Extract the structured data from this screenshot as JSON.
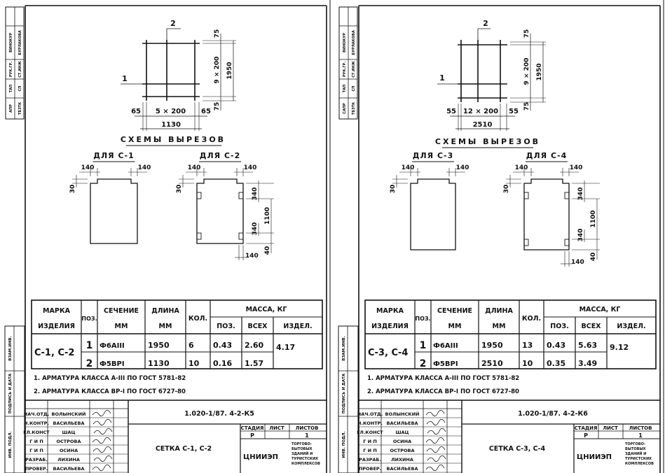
{
  "table_headers": {
    "mark_1": "МАРКА",
    "mark_2": "ИЗДЕЛИЯ",
    "pos": "ПОЗ.",
    "section_1": "СЕЧЕНИЕ",
    "section_2": "ММ",
    "length_1": "ДЛИНА",
    "length_2": "ММ",
    "qty": "КОЛ.",
    "mass": "МАССА, КГ",
    "mass_pos": "ПОЗ.",
    "mass_all": "ВСЕХ",
    "mass_item": "ИЗДЕЛ."
  },
  "stage_headers": {
    "stage": "СТАДИЯ",
    "sheet": "ЛИСТ",
    "sheets": "ЛИСТОВ"
  },
  "org": {
    "name": "ЦНИИЭП",
    "sub": [
      "ТОРГОВО-",
      "БЫТОВЫХ",
      "ЗДАНИЙ И",
      "ТУРИСТСКИХ",
      "КОМПЛЕКСОВ"
    ]
  },
  "side_labels": [
    "ВЗАМ.ИНВ.",
    "ПОДПИСЬ И ДАТА",
    "ИНВ. ПОДЛ."
  ],
  "sheets": [
    {
      "stamp_top": [
        [
          "АПР",
          "ТБЗТК"
        ],
        [
          "ТАП",
          "СП"
        ],
        [
          "РУК.ГР.",
          "СТ.ИНЖ"
        ],
        [
          "ВИНОКУР",
          "БУРЛАКОВА"
        ]
      ],
      "mesh": {
        "pos2": "2",
        "pos1": "1",
        "dim_top": "75",
        "dim_mid": "9 × 200",
        "dim_total_h": "1950",
        "dim_bottom": "75",
        "dim_left": "65",
        "dim_span": "5 × 200",
        "dim_right": "65",
        "dim_total_w": "1130"
      },
      "cutouts_title": "СХЕМЫ ВЫРЕЗОВ",
      "cut_a": {
        "label": "ДЛЯ С-1",
        "left": "140",
        "right": "140",
        "depth": "30"
      },
      "cut_b": {
        "label": "ДЛЯ С-2",
        "left": "140",
        "right": "140",
        "depth": "30",
        "upper": "340",
        "span": "1100",
        "lower": "340",
        "bottom": "40",
        "width": "140"
      },
      "table": {
        "mark": "С-1, С-2",
        "rows": [
          {
            "pos": "1",
            "section": "Ф6АIII",
            "length": "1950",
            "qty": "6",
            "mass_pos": "0.43",
            "mass_all": "2.60"
          },
          {
            "pos": "2",
            "section": "Ф5ВРI",
            "length": "1130",
            "qty": "10",
            "mass_pos": "0.16",
            "mass_all": "1.57"
          }
        ],
        "mass_item": "4.17"
      },
      "notes": [
        "1. АРМАТУРА КЛАССА А-III  ПО ГОСТ 5781-82",
        "2. АРМАТУРА КЛАССА ВР-I  ПО ГОСТ 6727-80"
      ],
      "title_block": {
        "code": "1.020-1/87. 4-2-К5",
        "title": "СЕТКА С-1, С-2",
        "stage": "Р",
        "sheet": "",
        "sheets": "1",
        "people": [
          [
            "НАЧ.ОТД.",
            "ВОЛЫНСКИЙ"
          ],
          [
            "Н.КОНТР.",
            "ВАСИЛЬЕВА"
          ],
          [
            "ГЛ.КОНСТ",
            "ШАЦ"
          ],
          [
            "Г И П",
            "ОСТРОВА"
          ],
          [
            "Г И П",
            "ОСИНА"
          ],
          [
            "РАЗРАБ.",
            "ЛИХИНА"
          ],
          [
            "ПРОВЕР.",
            "ВАСИЛЬЕВА"
          ]
        ]
      }
    },
    {
      "stamp_top": [
        [
          "САПР",
          "ТБЗТК"
        ],
        [
          "ТАП",
          "СП"
        ],
        [
          "РУК.ГР.",
          "СТ.ИНЖ"
        ],
        [
          "ВИНОКУР",
          "БУРЛАКОВА"
        ]
      ],
      "mesh": {
        "pos2": "2",
        "pos1": "1",
        "dim_top": "75",
        "dim_mid": "9 × 200",
        "dim_total_h": "1950",
        "dim_bottom": "75",
        "dim_left": "55",
        "dim_span": "12 × 200",
        "dim_right": "55",
        "dim_total_w": "2510"
      },
      "cutouts_title": "СХЕМЫ ВЫРЕЗОВ",
      "cut_a": {
        "label": "ДЛЯ С-3",
        "left": "140",
        "right": "140",
        "depth": "30"
      },
      "cut_b": {
        "label": "ДЛЯ С-4",
        "left": "140",
        "right": "140",
        "depth": "30",
        "upper": "340",
        "span": "1100",
        "lower": "340",
        "bottom": "40",
        "width": "140"
      },
      "table": {
        "mark": "С-3, С-4",
        "rows": [
          {
            "pos": "1",
            "section": "Ф6АIII",
            "length": "1950",
            "qty": "13",
            "mass_pos": "0.43",
            "mass_all": "5.63"
          },
          {
            "pos": "2",
            "section": "Ф5ВРI",
            "length": "2510",
            "qty": "10",
            "mass_pos": "0.35",
            "mass_all": "3.49"
          }
        ],
        "mass_item": "9.12"
      },
      "notes": [
        "1. АРМАТУРА КЛАССА А-III  ПО ГОСТ 5781-82",
        "2. АРМАТУРА КЛАССА ВР-I  ПО ГОСТ 6727-80"
      ],
      "title_block": {
        "code": "1.020-1/87. 4-2-К6",
        "title": "СЕТКА С-3, С-4",
        "stage": "Р",
        "sheet": "",
        "sheets": "1",
        "people": [
          [
            "НАЧ.ОТД.",
            "ВОЛЫНСКИЙ"
          ],
          [
            "Н.КОНТР.",
            "ВАСИЛЬЕВА"
          ],
          [
            "ГЛ.КОНСТ",
            "ШАЦ"
          ],
          [
            "Г И П",
            "ОСИНА"
          ],
          [
            "Г И П",
            "ОСТРОВА"
          ],
          [
            "РАЗРАБ.",
            "ЛИХИНА"
          ],
          [
            "ПРОВЕР.",
            "ВАСИЛЬЕВА"
          ]
        ]
      }
    }
  ]
}
